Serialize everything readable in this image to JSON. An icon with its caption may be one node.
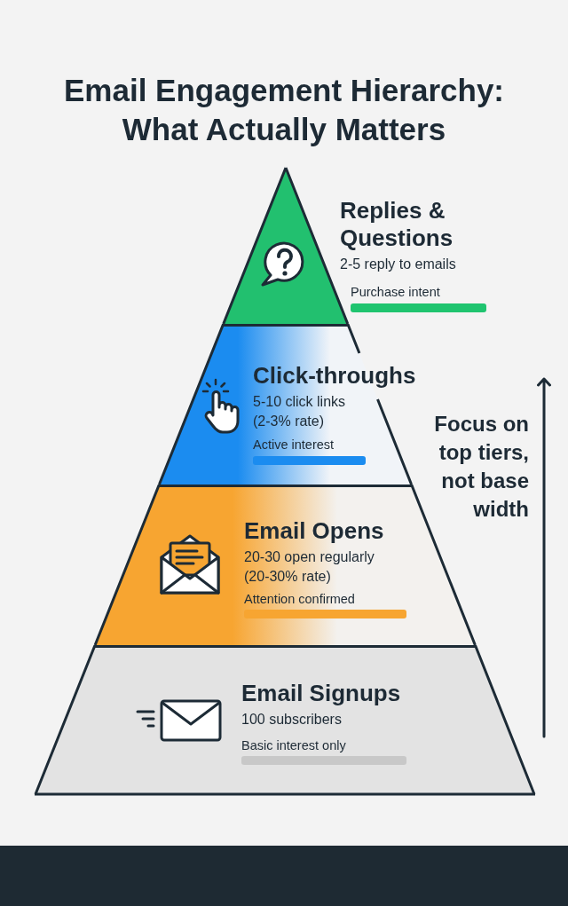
{
  "diagram": {
    "title": "Email Engagement Hierarchy: What Actually Matters",
    "nodes": [
      {
        "text": [
          "Replies & Questions",
          "2-5 reply to emails",
          "Purchase intent"
        ]
      },
      {
        "text": [
          "Click-throughs",
          "5-10 click links (2-3% rate)",
          "Active interest"
        ]
      },
      {
        "text": [
          "Email Opens",
          "20-30 open regularly (20-30% rate)",
          "Attention confirmed"
        ]
      },
      {
        "text": [
          "Email Signups",
          "100 subscribers",
          "Basic interest only"
        ]
      }
    ],
    "labels": [
      "Focus on top tiers, not base width"
    ]
  }
}
